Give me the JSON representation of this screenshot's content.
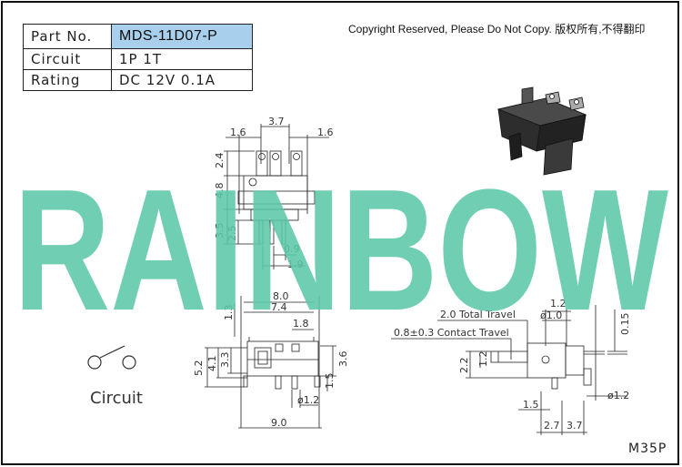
{
  "spec_table": {
    "part_label": "Part No.",
    "part_value": "MDS-11D07-P",
    "circuit_label": "Circuit",
    "circuit_value": "1P 1T",
    "rating_label": "Rating",
    "rating_value": "DC 12V 0.1A"
  },
  "copyright": "Copyright Reserved, Please Do Not Copy. 版权所有,不得翻印",
  "watermark": "RAINBOW",
  "circuit_caption": "Circuit",
  "model_code": "M35P",
  "colors": {
    "highlight": "#a8d0ec",
    "watermark": "#5cc8a8",
    "line": "#222222"
  },
  "dims": {
    "top_w1": "1.6",
    "top_w2": "3.7",
    "top_w3": "1.6",
    "top_h1": "2.4",
    "top_h2": "4.8",
    "top_h3": "3.5",
    "top_h4": "2.5",
    "top_p1": "0.9",
    "top_p2": "1.9",
    "front_w1": "8.0",
    "front_w2": "7.4",
    "front_w3": "1.8",
    "front_h1": "1.3",
    "front_h2": "5.2",
    "front_h3": "4.1",
    "front_h4": "3.3",
    "front_h5": "3.6",
    "front_h6": "1.5",
    "front_hole": "ø1.2",
    "front_w4": "9.0",
    "side_travel": "2.0 Total Travel",
    "side_contact": "0.8±0.3 Contact Travel",
    "side_w1": "1.2",
    "side_d1": "ø1.0",
    "side_h1": "0.15",
    "side_h2": "2.2",
    "side_h3": "1.2",
    "side_h4": "1.5",
    "side_w2": "2.7",
    "side_w3": "3.7",
    "side_hole": "ø1.2"
  }
}
